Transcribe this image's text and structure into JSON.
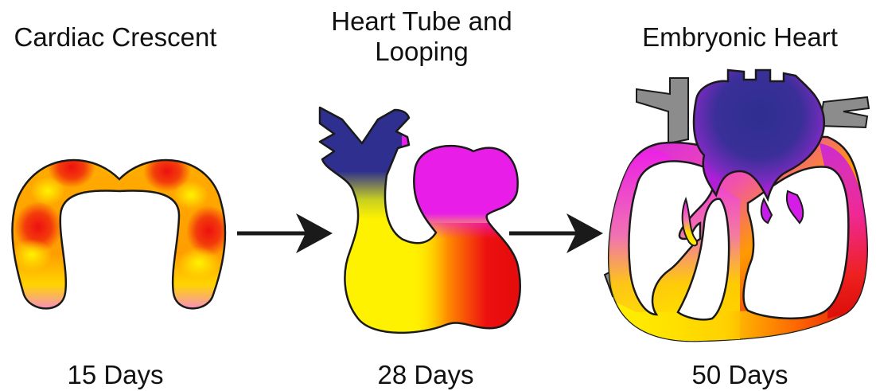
{
  "stages": [
    {
      "title": "Cardiac Crescent",
      "time": "15 Days"
    },
    {
      "title": "Heart Tube and\nLooping",
      "time": "28 Days"
    },
    {
      "title": "Embryonic Heart",
      "time": "50 Days"
    }
  ],
  "colors": {
    "blue": "#2e2f8f",
    "magenta": "#ee1ee8",
    "purple": "#9b1cc8",
    "yellow": "#fff200",
    "orange": "#ff9a00",
    "red": "#e81010",
    "gray": "#8c8c8c",
    "outline": "#1a1a1a",
    "arrow": "#1a1a1a"
  }
}
